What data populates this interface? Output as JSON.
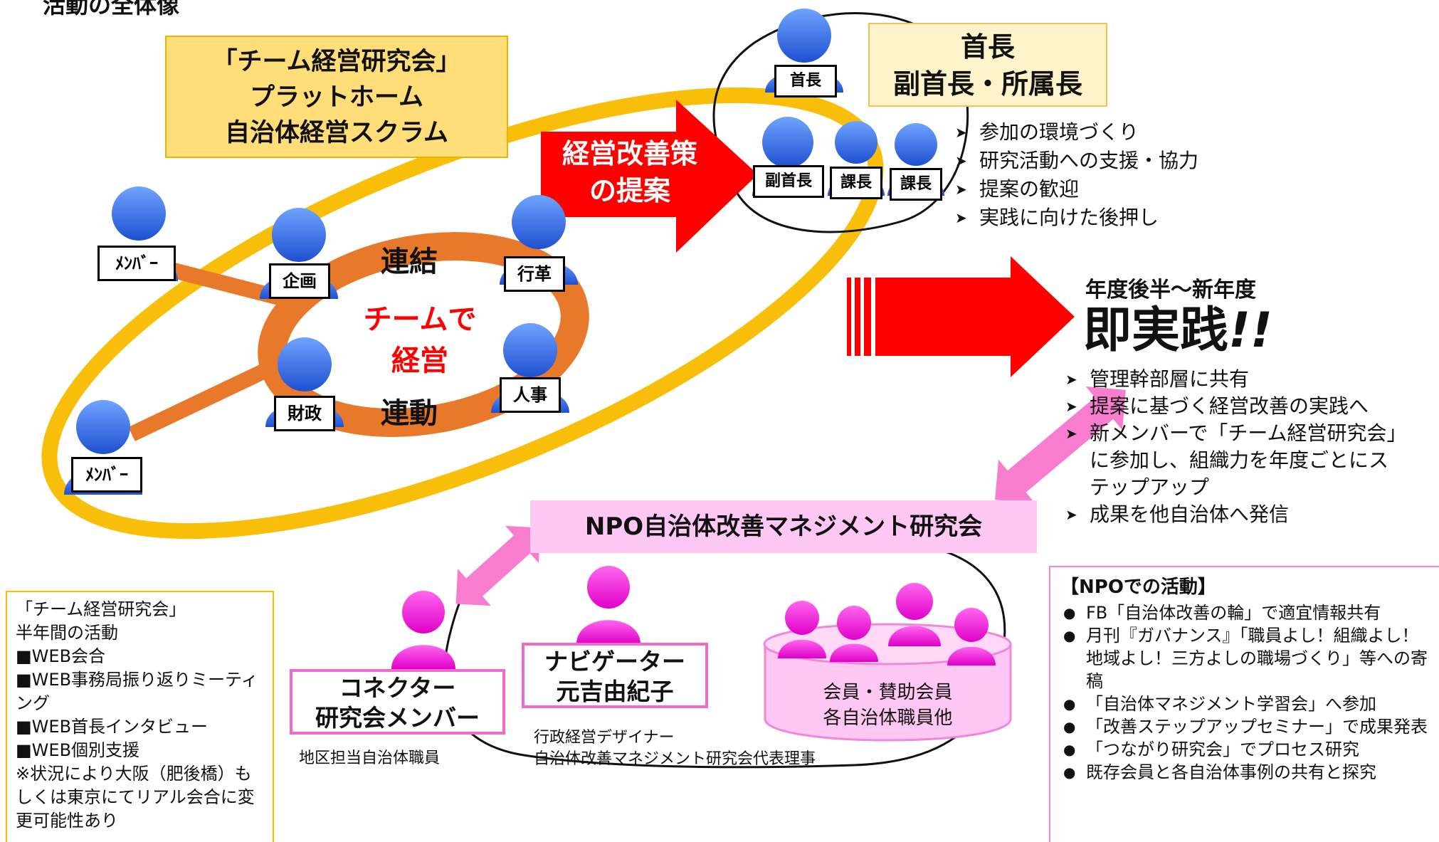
{
  "page_title": "活動の全体像",
  "platform": {
    "line1": "「チーム経営研究会」",
    "line2": "プラットホーム",
    "line3": "自治体経営スクラム"
  },
  "proposal_arrow": {
    "line1": "経営改善策",
    "line2": "の提案"
  },
  "leaders_box": {
    "line1": "首長",
    "line2": "副首長・所属長"
  },
  "leader_labels": {
    "mayor": "首長",
    "vice": "副首長",
    "chief_a": "課長",
    "chief_b": "課長"
  },
  "leader_support": [
    "参加の環境づくり",
    "研究活動への支援・協力",
    "提案の歓迎",
    "実践に向けた後押し"
  ],
  "inner_ring": {
    "top": "連結",
    "bottom": "連動",
    "center1": "チームで",
    "center2": "経営"
  },
  "member_labels": {
    "member_a": "ﾒﾝﾊﾞｰ",
    "member_b": "ﾒﾝﾊﾞｰ",
    "planning": "企画",
    "reform": "行革",
    "finance": "財政",
    "personnel": "人事"
  },
  "practice": {
    "subtitle": "年度後半～新年度",
    "title": "即実践",
    "emph": "!!"
  },
  "practice_items": [
    "管理幹部層に共有",
    "提案に基づく経営改善の実践へ",
    "新メンバーで「チーム経営研究会」に参加し、組織力を年度ごとにステップアップ",
    "成果を他自治体へ発信"
  ],
  "npo_title": "NPO自治体改善マネジメント研究会",
  "connector": {
    "line1": "コネクター",
    "line2": "研究会メンバー",
    "caption": "地区担当自治体職員"
  },
  "navigator": {
    "line1": "ナビゲーター",
    "line2": "元吉由紀子",
    "caption1": "行政経営デザイナー",
    "caption2": "自治体改善マネジメント研究会代表理事"
  },
  "members_db": {
    "line1": "会員・賛助会員",
    "line2": "各自治体職員他"
  },
  "half_year": {
    "heading1": "「チーム経営研究会」",
    "heading2": "半年間の活動",
    "items": [
      "■WEB会合",
      "■WEB事務局振り返りミーティング",
      "■WEB首長インタビュー",
      "■WEB個別支援",
      "※状況により大阪（肥後橋）もしくは東京にてリアル会合に変更可能性あり"
    ]
  },
  "npo_activities": {
    "heading": "【NPOでの活動】",
    "items": [
      "FB「自治体改善の輪」で適宜情報共有",
      "月刊『ガバナンス』「職員よし！組織よし！地域よし！三方よしの職場づくり」等への寄稿",
      "「自治体マネジメント学習会」へ参加",
      "「改善ステップアップセミナー」で成果発表",
      "「つながり研究会」でプロセス研究",
      "既存会員と各自治体事例の共有と探究"
    ]
  },
  "colors": {
    "gold": "#F8BE0A",
    "orange": "#E8792B",
    "red": "#FF0000",
    "blue": "#2F6FE6",
    "magenta": "#F000D8",
    "pink": "#F87DCF",
    "light_yellow": "#FFDE7A",
    "light_pink": "#FFC8F4"
  }
}
